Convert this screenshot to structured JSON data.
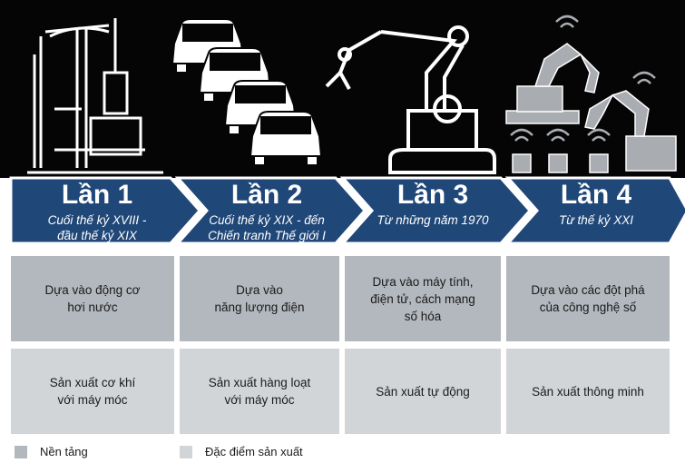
{
  "stages": [
    {
      "title": "Lần 1",
      "period": "Cuối thế kỷ XVIII -\nđầu thế kỷ XIX",
      "basis": "Dựa vào động cơ\nhơi nước",
      "production": "Sản xuất cơ khí\nvới máy móc",
      "icon": "steam-engine-icon"
    },
    {
      "title": "Lần 2",
      "period": "Cuối thế kỷ XIX - đến\nChiến tranh Thế giới I",
      "basis": "Dựa vào\nnăng lượng điện",
      "production": "Sản xuất hàng loạt\nvới máy móc",
      "icon": "cars-assembly-icon"
    },
    {
      "title": "Lần 3",
      "period": "Từ những năm 1970",
      "basis": "Dựa vào máy tính,\nđiện tử, cách mạng\nsố hóa",
      "production": "Sản xuất tự động",
      "icon": "robot-arm-icon"
    },
    {
      "title": "Lần 4",
      "period": "Từ thế kỷ XXI",
      "basis": "Dựa vào các đột phá\ncủa công nghệ số",
      "production": "Sản xuất thông minh",
      "icon": "smart-robots-icon"
    }
  ],
  "legend": {
    "basis_label": "Nền tảng",
    "production_label": "Đặc điểm sản xuất"
  },
  "colors": {
    "background": "#050505",
    "chevron": "#1f4778",
    "basis": "#b3b8be",
    "production": "#d2d5d8"
  }
}
